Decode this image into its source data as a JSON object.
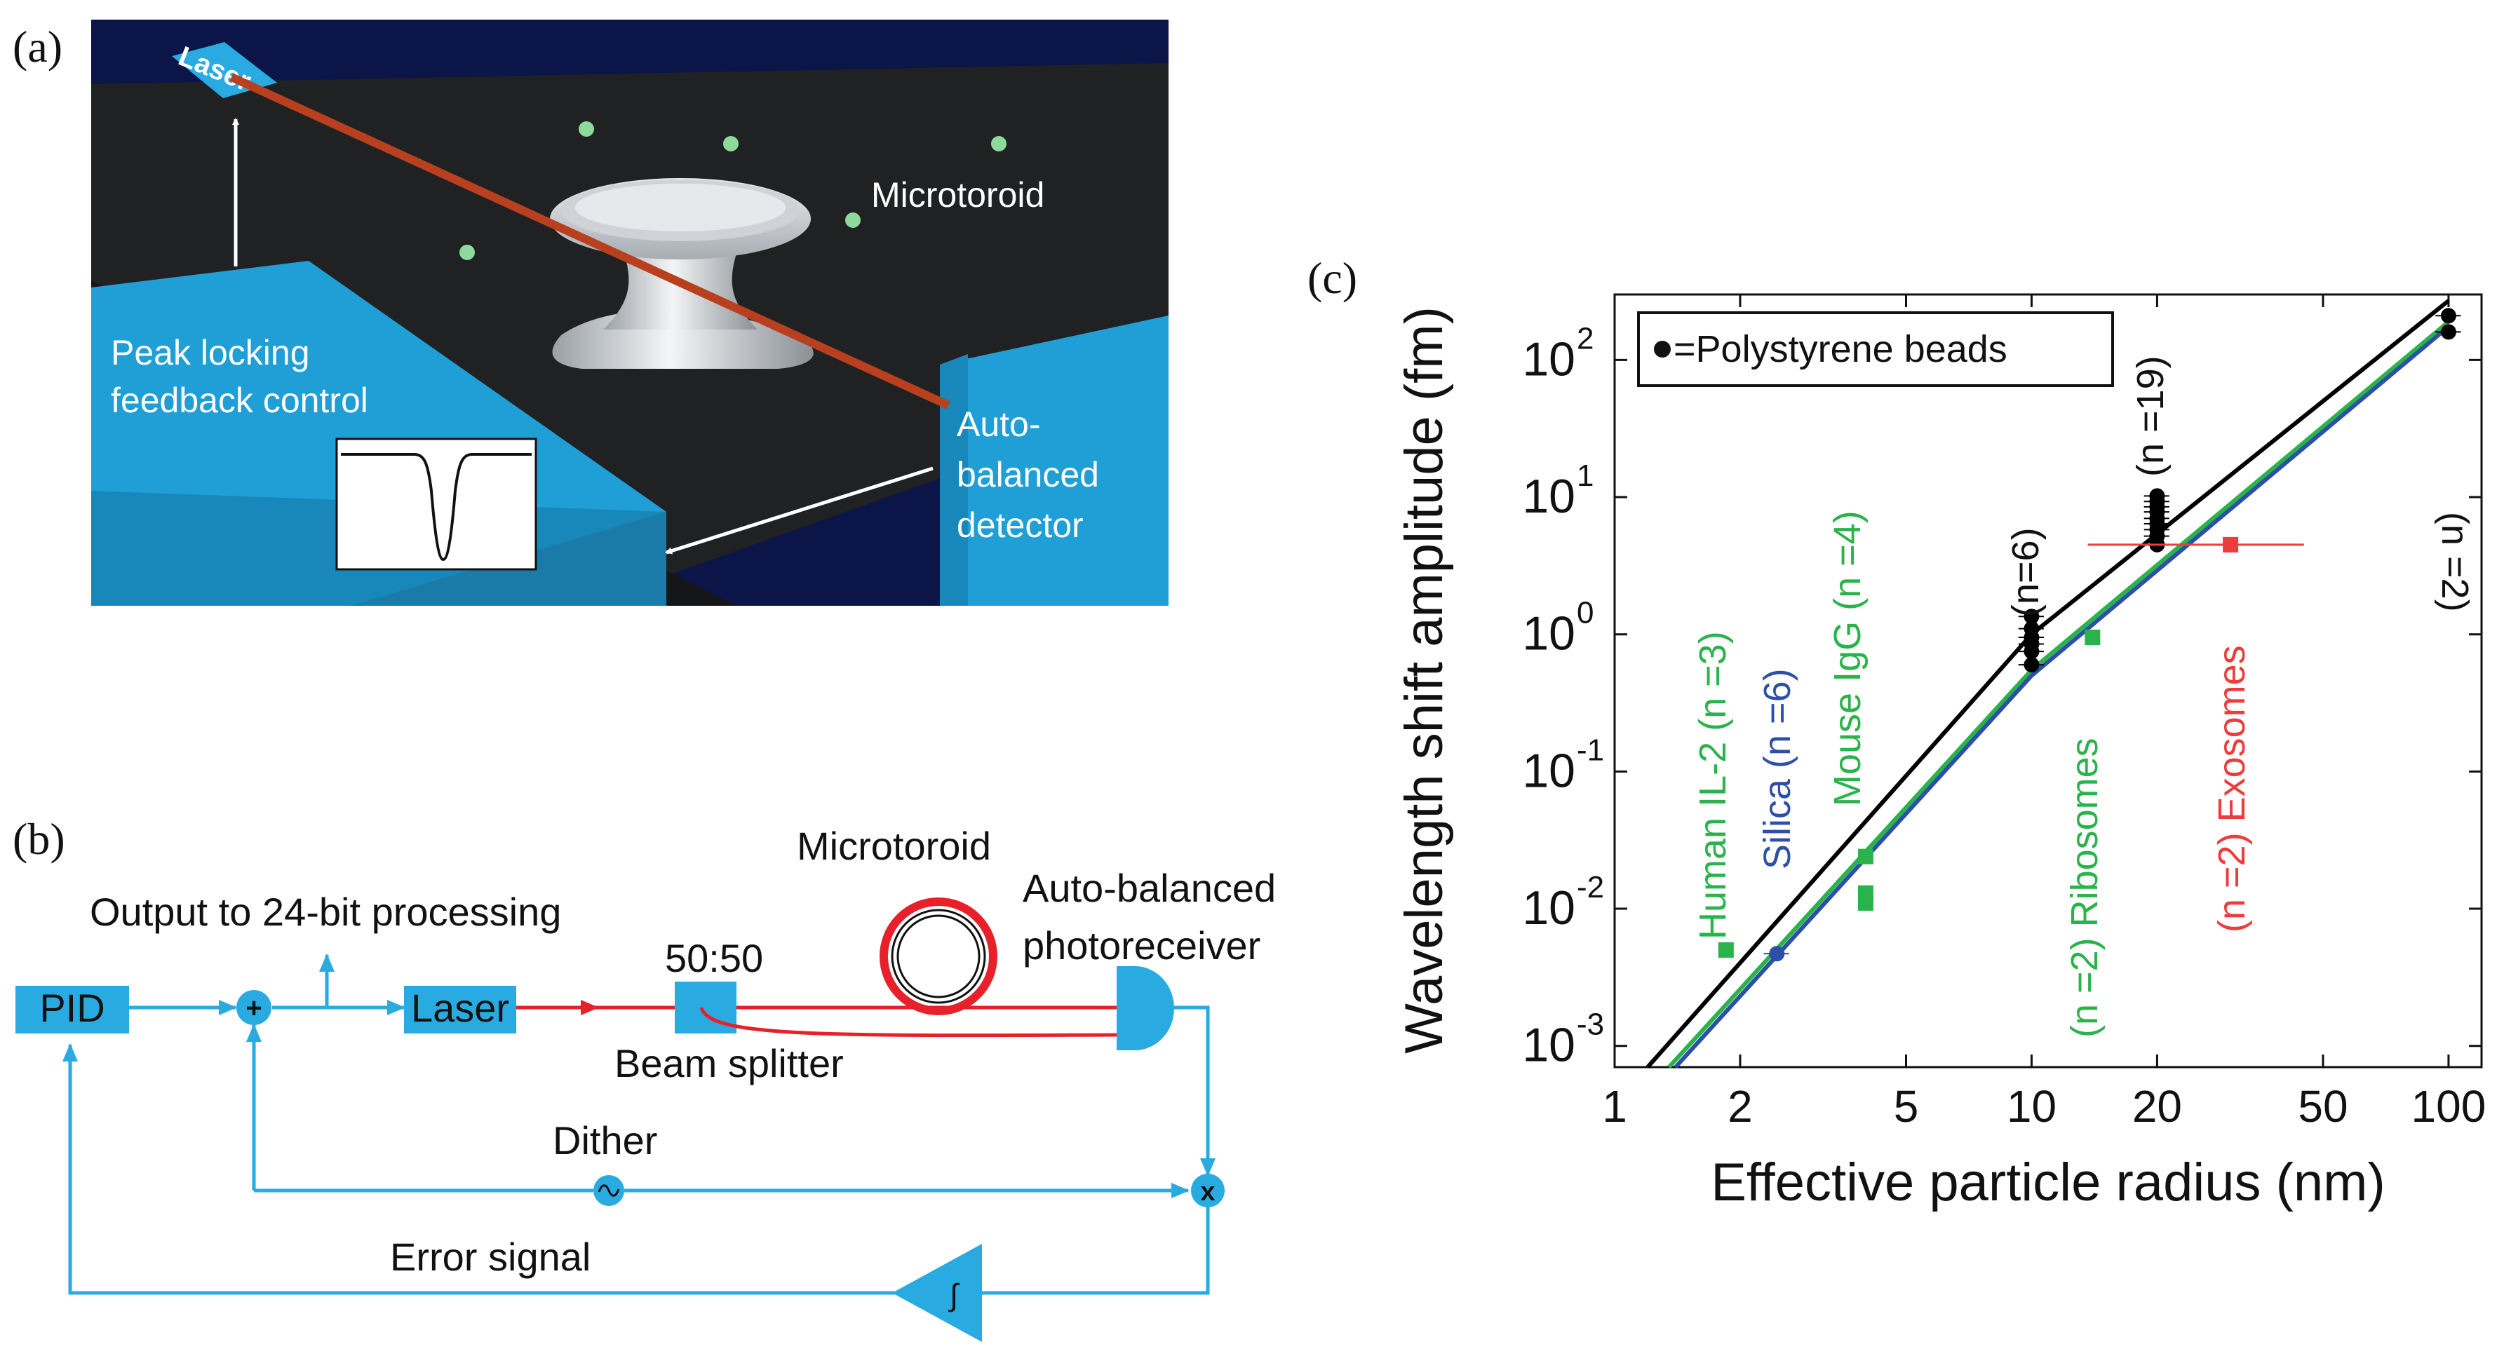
{
  "panel_a": {
    "letter": "(a)",
    "laser": "Laser",
    "microtoroid": "Microtoroid",
    "feedback_line1": "Peak locking",
    "feedback_line2": "feedback control",
    "detector_line1": "Auto-",
    "detector_line2": "balanced",
    "detector_line3": "detector"
  },
  "panel_b": {
    "letter": "(b)",
    "output_label": "Output to 24-bit processing",
    "pid": "PID",
    "laser": "Laser",
    "splitter_ratio": "50:50",
    "splitter_label": "Beam splitter",
    "microtoroid": "Microtoroid",
    "receiver_line1": "Auto-balanced",
    "receiver_line2": "photoreceiver",
    "dither": "Dither",
    "error_signal": "Error signal",
    "sum_symbol": "+",
    "mult_symbol": "x",
    "integrator_symbol": "∫",
    "colors": {
      "block": "#29abe2",
      "beam": "#e8202a",
      "toroid": "#e8202a"
    }
  },
  "chart_data": {
    "letter": "(c)",
    "type": "scatter",
    "xlabel": "Effective particle radius (nm)",
    "ylabel": "Wavelength shift amplitude (fm)",
    "xscale": "log",
    "yscale": "log",
    "xlim": [
      1,
      120
    ],
    "ylim": [
      0.0007,
      300
    ],
    "xticks": [
      1,
      2,
      5,
      10,
      20,
      50,
      100
    ],
    "xticklabels": [
      "1",
      "2",
      "5",
      "10",
      "20",
      "50",
      "100"
    ],
    "yticks": [
      0.001,
      0.01,
      0.1,
      1,
      10,
      100
    ],
    "yticklabels": [
      {
        "base": "10",
        "exp": "-3"
      },
      {
        "base": "10",
        "exp": "-2"
      },
      {
        "base": "10",
        "exp": "-1"
      },
      {
        "base": "10",
        "exp": "0"
      },
      {
        "base": "10",
        "exp": "1"
      },
      {
        "base": "10",
        "exp": "2"
      }
    ],
    "legend": {
      "text": "=Polystyrene beads",
      "placement": "top-left"
    },
    "curves": [
      {
        "color": "#000000",
        "points": [
          [
            1.2,
            0.0007
          ],
          [
            10,
            1.0
          ],
          [
            100,
            270
          ]
        ]
      },
      {
        "color": "#2ab34a",
        "points": [
          [
            1.35,
            0.0007
          ],
          [
            10,
            0.55
          ],
          [
            100,
            190
          ]
        ]
      },
      {
        "color": "#2e4fa8",
        "points": [
          [
            1.4,
            0.0007
          ],
          [
            10,
            0.5
          ],
          [
            100,
            175
          ]
        ]
      }
    ],
    "series": [
      {
        "name": "Polystyrene beads",
        "color": "#000000",
        "marker": "circle",
        "points": [
          {
            "x": 10,
            "y": 0.6
          },
          {
            "x": 10,
            "y": 0.75
          },
          {
            "x": 10,
            "y": 0.85
          },
          {
            "x": 10,
            "y": 0.95
          },
          {
            "x": 10,
            "y": 1.1
          },
          {
            "x": 10,
            "y": 1.35
          },
          {
            "x": 20,
            "y": 4.5
          },
          {
            "x": 20,
            "y": 5.2
          },
          {
            "x": 20,
            "y": 5.8
          },
          {
            "x": 20,
            "y": 6.4
          },
          {
            "x": 20,
            "y": 7.0
          },
          {
            "x": 20,
            "y": 7.8
          },
          {
            "x": 20,
            "y": 8.5
          },
          {
            "x": 20,
            "y": 9.3
          },
          {
            "x": 20,
            "y": 10.2
          },
          {
            "x": 100,
            "y": 160
          },
          {
            "x": 100,
            "y": 210
          }
        ]
      },
      {
        "name": "Human IL-2",
        "color": "#2ab34a",
        "marker": "square",
        "points": [
          {
            "x": 1.85,
            "y": 0.005
          }
        ]
      },
      {
        "name": "Silica",
        "color": "#2e4fa8",
        "marker": "circle",
        "points": [
          {
            "x": 2.45,
            "y": 0.0047
          }
        ]
      },
      {
        "name": "Mouse IgG",
        "color": "#2ab34a",
        "marker": "square",
        "points": [
          {
            "x": 4,
            "y": 0.011
          },
          {
            "x": 4,
            "y": 0.013
          },
          {
            "x": 4,
            "y": 0.024
          }
        ]
      },
      {
        "name": "Ribosomes",
        "color": "#2ab34a",
        "marker": "square",
        "points": [
          {
            "x": 14,
            "y": 0.95
          }
        ]
      },
      {
        "name": "Exosomes",
        "color": "#ee3b3b",
        "marker": "square",
        "points": [
          {
            "x": 30,
            "y": 4.5
          }
        ]
      }
    ],
    "annotations": [
      {
        "text": "Human IL-2  (n =3)",
        "color": "#2ab34a"
      },
      {
        "text": "Silica  (n =6)",
        "color": "#2e4fa8"
      },
      {
        "text": "Mouse IgG  (n =4)",
        "color": "#2ab34a"
      },
      {
        "text": "(n=6)",
        "color": "#000000"
      },
      {
        "text": "(n =19)",
        "color": "#000000"
      },
      {
        "text": "(n =2)  Ribosomes",
        "color": "#2ab34a"
      },
      {
        "text": "(n =2)  Exosomes",
        "color": "#ee3b3b"
      },
      {
        "text": "(n =2)",
        "color": "#000000"
      }
    ]
  }
}
